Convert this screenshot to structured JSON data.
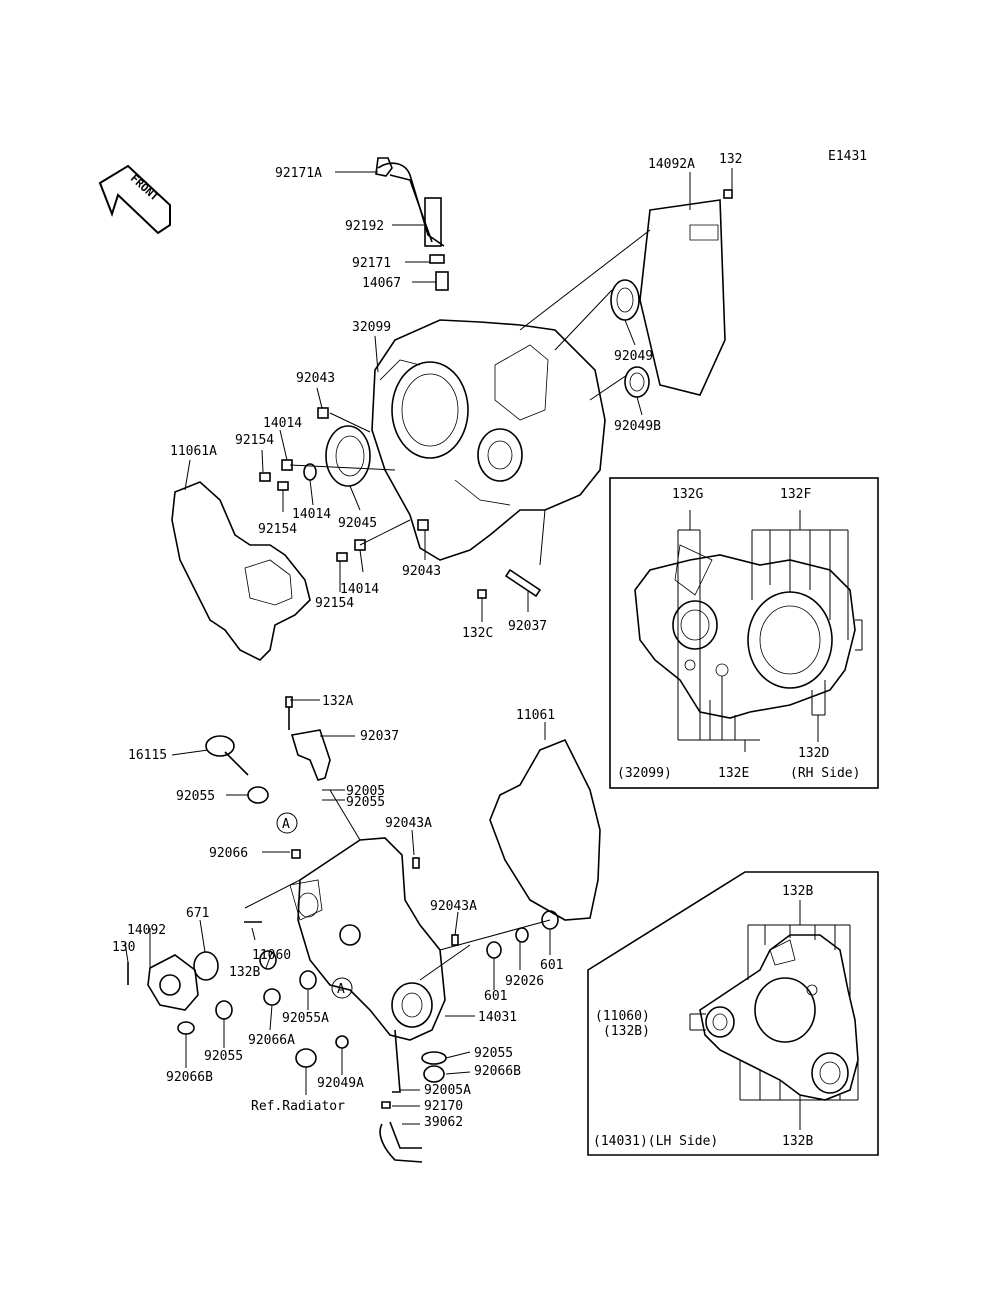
{
  "diagram_code": "E1431",
  "front_label": "FRONT",
  "callout_A": "A",
  "ref_radiator": "Ref.Radiator",
  "labels": {
    "p92171A": "92171A",
    "p92192": "92192",
    "p92171": "92171",
    "p14067": "14067",
    "p14092A": "14092A",
    "p132_top": "132",
    "p32099": "32099",
    "p92049": "92049",
    "p92049B": "92049B",
    "p92043_a": "92043",
    "p14014_a": "14014",
    "p92154_a": "92154",
    "p11061A": "11061A",
    "p92154_b": "92154",
    "p14014_b": "14014",
    "p92045": "92045",
    "p92043_b": "92043",
    "p14014_c": "14014",
    "p92154_c": "92154",
    "p132C": "132C",
    "p92037_a": "92037",
    "p132A": "132A",
    "p92037_b": "92037",
    "p16115": "16115",
    "p92005": "92005",
    "p92055_a": "92055",
    "p92055_b": "92055",
    "p11061": "11061",
    "p92043A_a": "92043A",
    "p92066": "92066",
    "p92043A_b": "92043A",
    "p671": "671",
    "p14092": "14092",
    "p130": "130",
    "p11060": "11060",
    "p132B_a": "132B",
    "p601_a": "601",
    "p92026": "92026",
    "p601_b": "601",
    "p14031": "14031",
    "p92055A": "92055A",
    "p92066A": "92066A",
    "p92055_c": "92055",
    "p92066B_a": "92066B",
    "p92049A": "92049A",
    "p92055_d": "92055",
    "p92066B_b": "92066B",
    "p92005A": "92005A",
    "p92170": "92170",
    "p39062": "39062"
  },
  "inset_rh": {
    "l132G": "132G",
    "l132F": "132F",
    "l32099": "(32099)",
    "l132E": "132E",
    "l132D": "132D",
    "side": "(RH Side)"
  },
  "inset_lh": {
    "l132B_top": "132B",
    "l11060": "(11060)",
    "l132B_mid": "(132B)",
    "side": "(14031)(LH Side)",
    "l132B_bot": "132B"
  }
}
